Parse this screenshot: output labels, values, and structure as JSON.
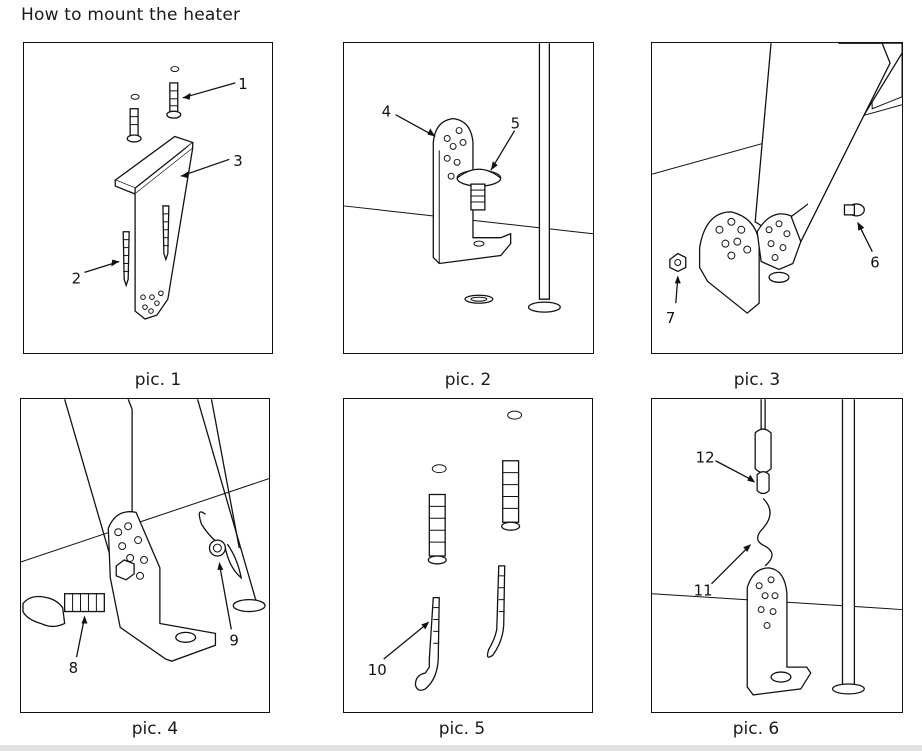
{
  "title": "How to mount the heater",
  "panels": [
    {
      "caption": "pic. 1",
      "labels": [
        "1",
        "2",
        "3"
      ]
    },
    {
      "caption": "pic. 2",
      "labels": [
        "4",
        "5"
      ]
    },
    {
      "caption": "pic. 3",
      "labels": [
        "6",
        "7"
      ]
    },
    {
      "caption": "pic. 4",
      "labels": [
        "8",
        "9"
      ]
    },
    {
      "caption": "pic. 5",
      "labels": [
        "10"
      ]
    },
    {
      "caption": "pic. 6",
      "labels": [
        "11",
        "12"
      ]
    }
  ]
}
